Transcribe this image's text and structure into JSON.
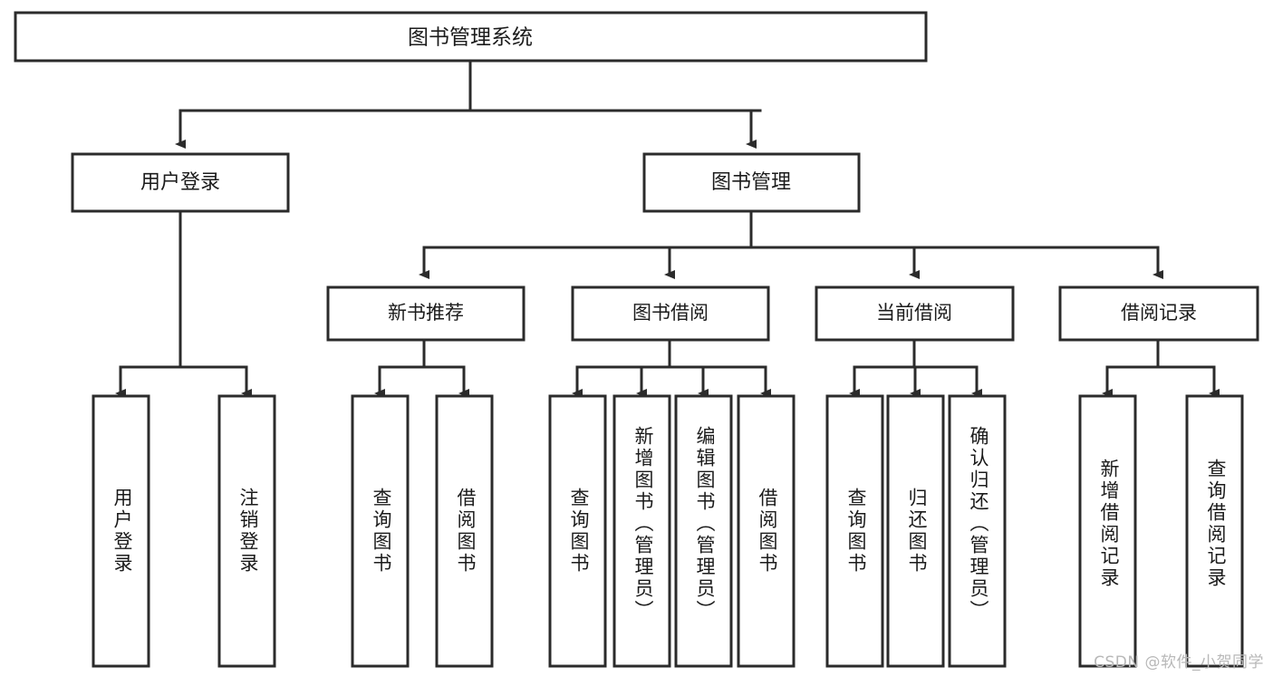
{
  "diagram": {
    "title": "图书管理系统",
    "watermark": "CSDN @软件_小贺同学",
    "colors": {
      "stroke": "#2b2b2b",
      "fill": "#ffffff",
      "text": "#1b1b1b",
      "watermark": "#b8b8b8"
    },
    "root": {
      "label": "图书管理系统"
    },
    "level1": [
      {
        "label": "用户登录"
      },
      {
        "label": "图书管理"
      }
    ],
    "level2": [
      {
        "label": "新书推荐"
      },
      {
        "label": "图书借阅"
      },
      {
        "label": "当前借阅"
      },
      {
        "label": "借阅记录"
      }
    ],
    "leaves": {
      "user_login": [
        {
          "label": "用户登录"
        },
        {
          "label": "注销登录"
        }
      ],
      "new_book_recommend": [
        {
          "label": "查询图书"
        },
        {
          "label": "借阅图书"
        }
      ],
      "book_borrow": [
        {
          "label": "查询图书"
        },
        {
          "label": "新增图书（管理员）"
        },
        {
          "label": "编辑图书（管理员）"
        },
        {
          "label": "借阅图书"
        }
      ],
      "current_borrow": [
        {
          "label": "查询图书"
        },
        {
          "label": "归还图书"
        },
        {
          "label": "确认归还（管理员）"
        }
      ],
      "borrow_record": [
        {
          "label": "新增借阅记录"
        },
        {
          "label": "查询借阅记录"
        }
      ]
    }
  }
}
